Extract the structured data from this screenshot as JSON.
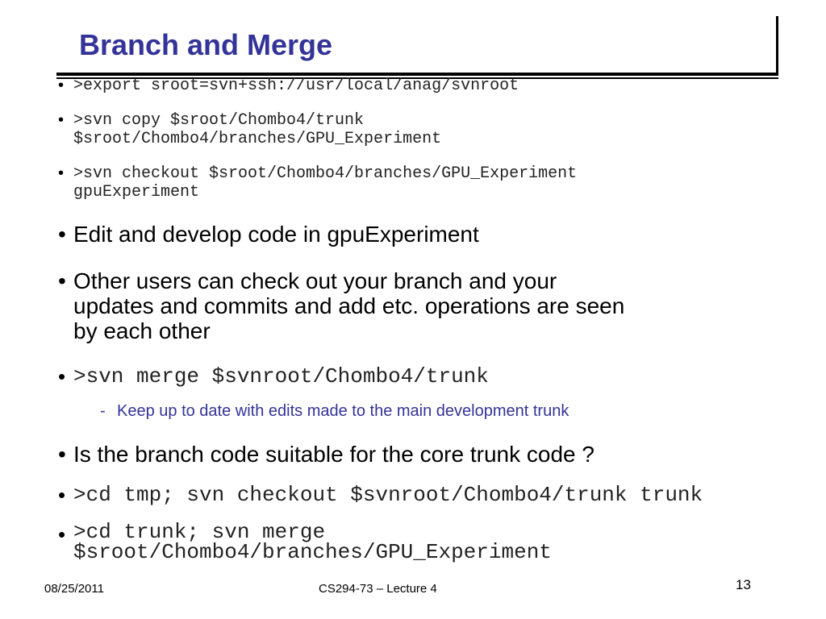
{
  "slide": {
    "title": "Branch and Merge",
    "title_color": "#333399",
    "bullet_symbol": "•",
    "items": [
      {
        "kind": "code",
        "lines": [
          ">export sroot=svn+ssh://usr/local/anag/svnroot"
        ]
      },
      {
        "kind": "code",
        "lines": [
          ">svn copy $sroot/Chombo4/trunk",
          "$sroot/Chombo4/branches/GPU_Experiment"
        ]
      },
      {
        "kind": "code",
        "lines": [
          ">svn checkout $sroot/Chombo4/branches/GPU_Experiment",
          "gpuExperiment"
        ]
      },
      {
        "kind": "text",
        "lines": [
          "Edit and develop code in gpuExperiment"
        ]
      },
      {
        "kind": "text",
        "lines": [
          "Other users can check out your branch and your",
          "updates and commits and add etc. operations are seen",
          "by each other"
        ]
      },
      {
        "kind": "code-large",
        "lines": [
          ">svn merge $svnroot/Chombo4/trunk"
        ],
        "sub": {
          "dash": "-",
          "text": "Keep up to date with edits made to the main development trunk"
        }
      },
      {
        "kind": "text",
        "lines": [
          "Is the branch code suitable for the core trunk code ?"
        ]
      },
      {
        "kind": "code-large",
        "lines": [
          ">cd tmp; svn checkout $svnroot/Chombo4/trunk trunk"
        ]
      },
      {
        "kind": "code-large",
        "lines": [
          ">cd trunk; svn merge",
          "$sroot/Chombo4/branches/GPU_Experiment"
        ]
      }
    ]
  },
  "footer": {
    "date": "08/25/2011",
    "course": "CS294-73 – Lecture 4",
    "page_number": "13"
  }
}
